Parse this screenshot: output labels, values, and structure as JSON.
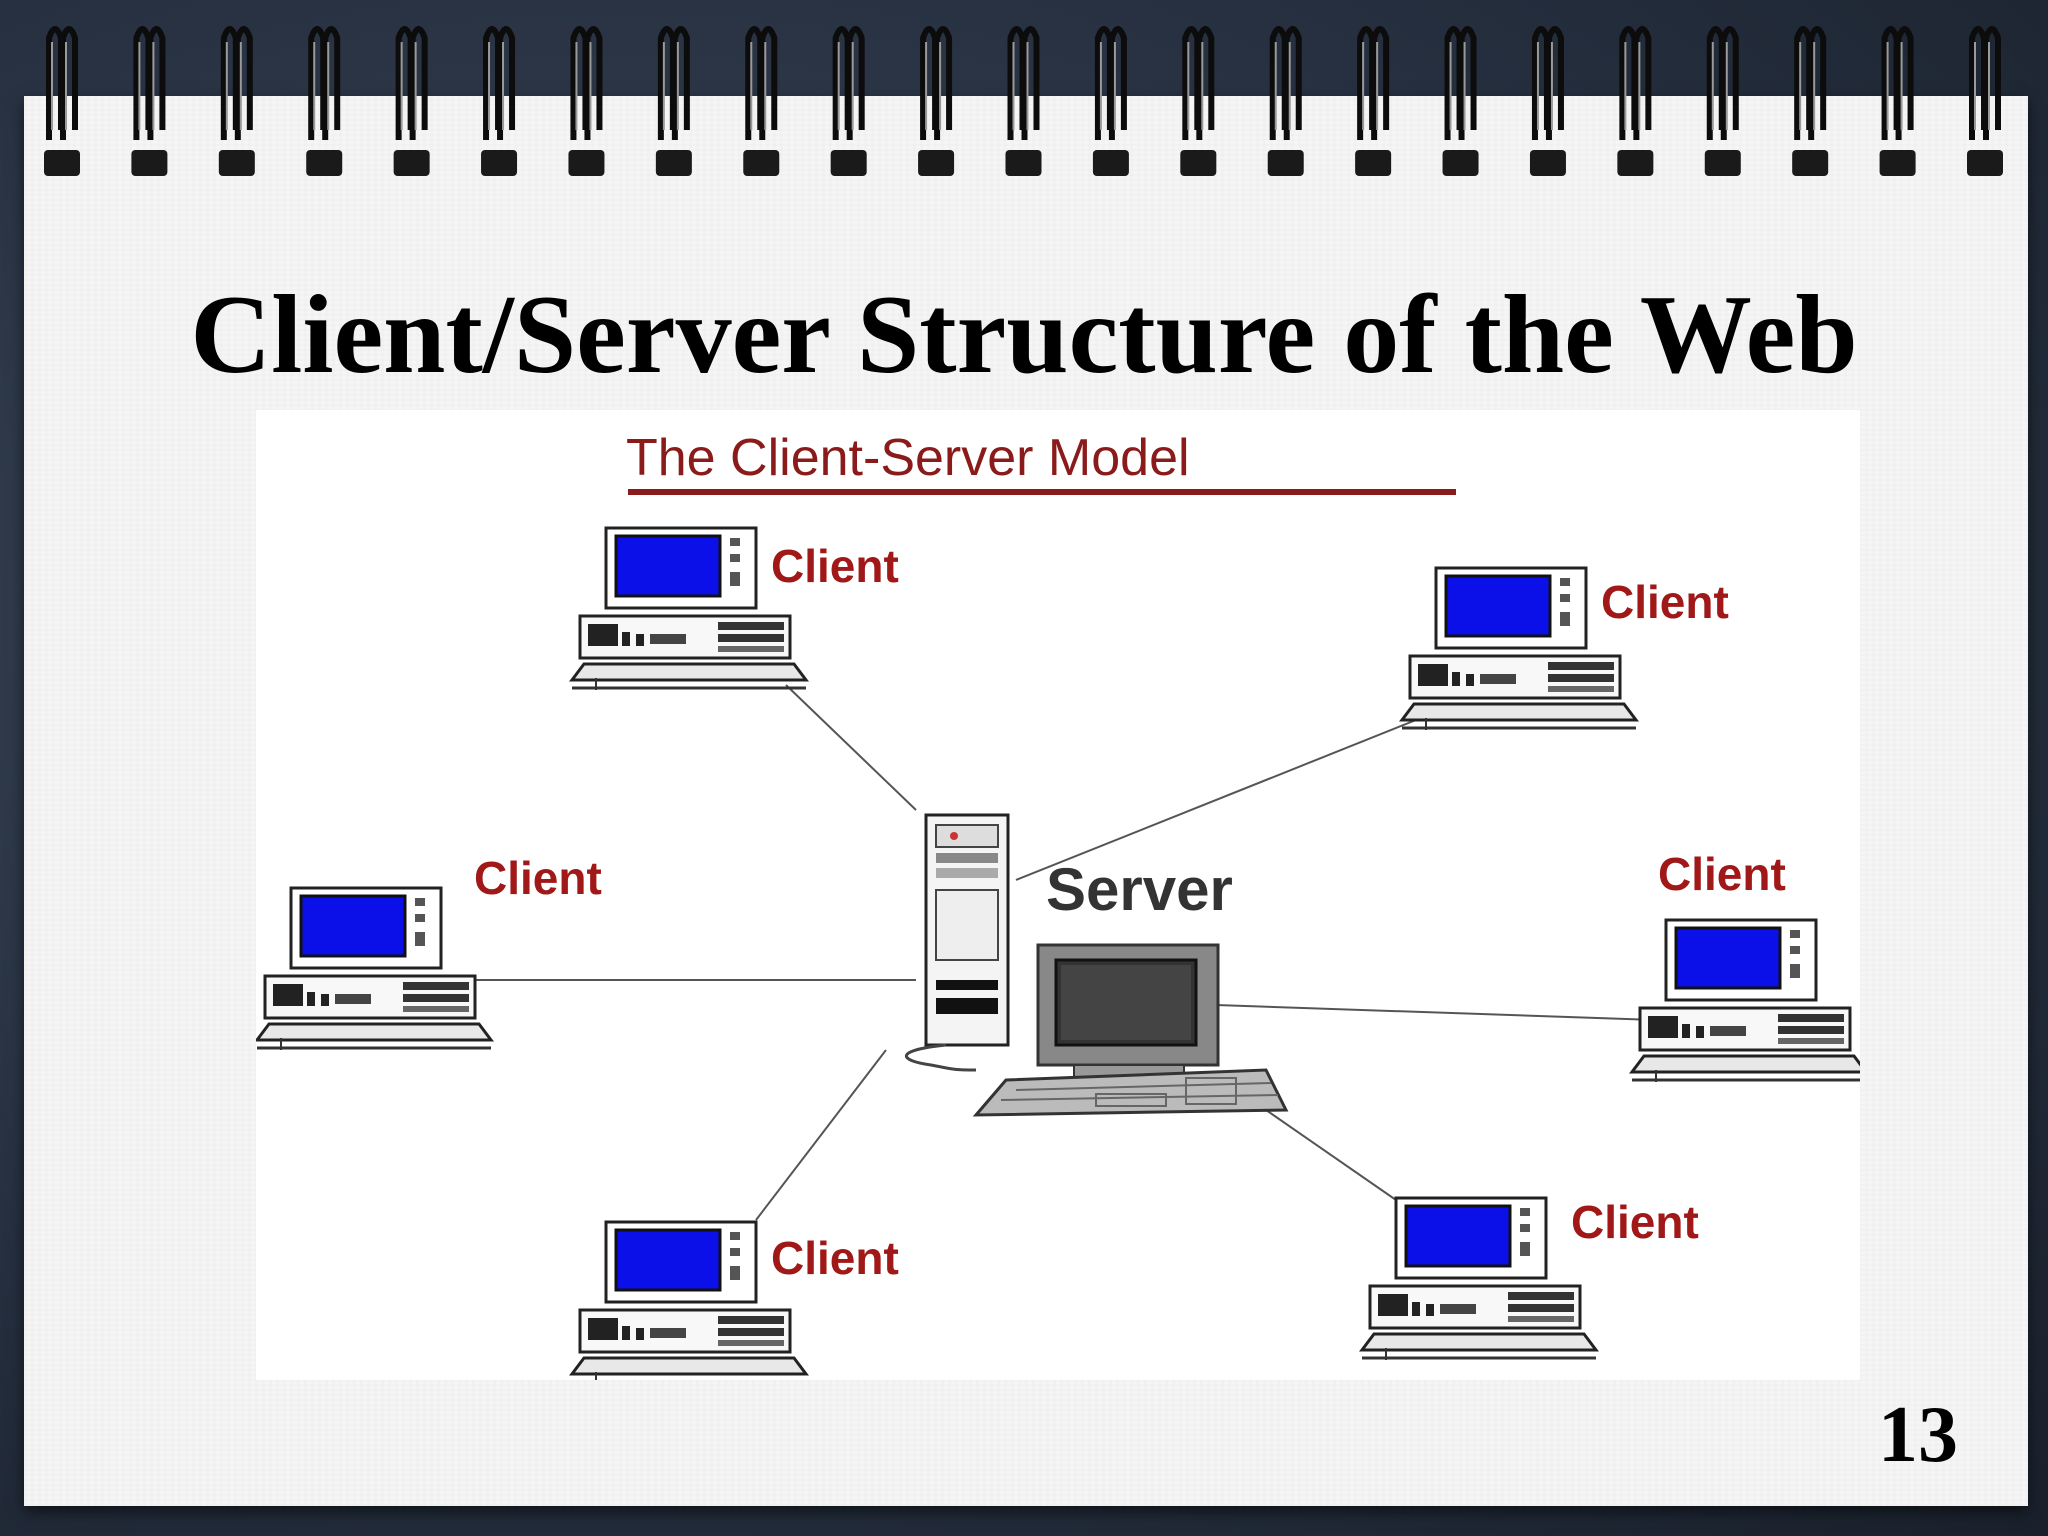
{
  "slide": {
    "title": "Client/Server Structure of the Web",
    "page_number": "13"
  },
  "diagram": {
    "title": "The Client-Server Model",
    "server_label": "Server",
    "client_label": "Client",
    "colors": {
      "title_red": "#8b1a1a",
      "label_red": "#a01818",
      "screen_blue": "#0b10e8",
      "server_label": "#333333"
    }
  }
}
